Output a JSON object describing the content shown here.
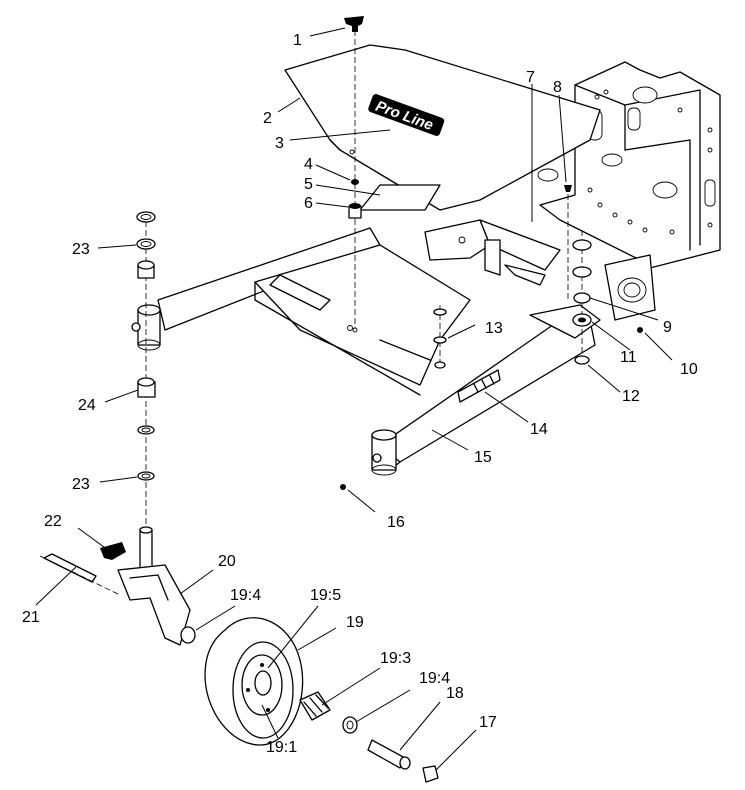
{
  "diagram": {
    "brand_text": "Pro Line",
    "callouts": [
      {
        "id": "c1",
        "label": "1"
      },
      {
        "id": "c2",
        "label": "2"
      },
      {
        "id": "c3",
        "label": "3"
      },
      {
        "id": "c4",
        "label": "4"
      },
      {
        "id": "c5",
        "label": "5"
      },
      {
        "id": "c6",
        "label": "6"
      },
      {
        "id": "c7",
        "label": "7"
      },
      {
        "id": "c8",
        "label": "8"
      },
      {
        "id": "c9",
        "label": "9"
      },
      {
        "id": "c10",
        "label": "10"
      },
      {
        "id": "c11",
        "label": "11"
      },
      {
        "id": "c12",
        "label": "12"
      },
      {
        "id": "c13",
        "label": "13"
      },
      {
        "id": "c14",
        "label": "14"
      },
      {
        "id": "c15",
        "label": "15"
      },
      {
        "id": "c16",
        "label": "16"
      },
      {
        "id": "c17",
        "label": "17"
      },
      {
        "id": "c18",
        "label": "18"
      },
      {
        "id": "c19",
        "label": "19"
      },
      {
        "id": "c19_1",
        "label": "19:1"
      },
      {
        "id": "c19_3",
        "label": "19:3"
      },
      {
        "id": "c19_4a",
        "label": "19:4"
      },
      {
        "id": "c19_4b",
        "label": "19:4"
      },
      {
        "id": "c19_5",
        "label": "19:5"
      },
      {
        "id": "c20",
        "label": "20"
      },
      {
        "id": "c21",
        "label": "21"
      },
      {
        "id": "c22",
        "label": "22"
      },
      {
        "id": "c23a",
        "label": "23"
      },
      {
        "id": "c23b",
        "label": "23"
      },
      {
        "id": "c24",
        "label": "24"
      }
    ]
  }
}
